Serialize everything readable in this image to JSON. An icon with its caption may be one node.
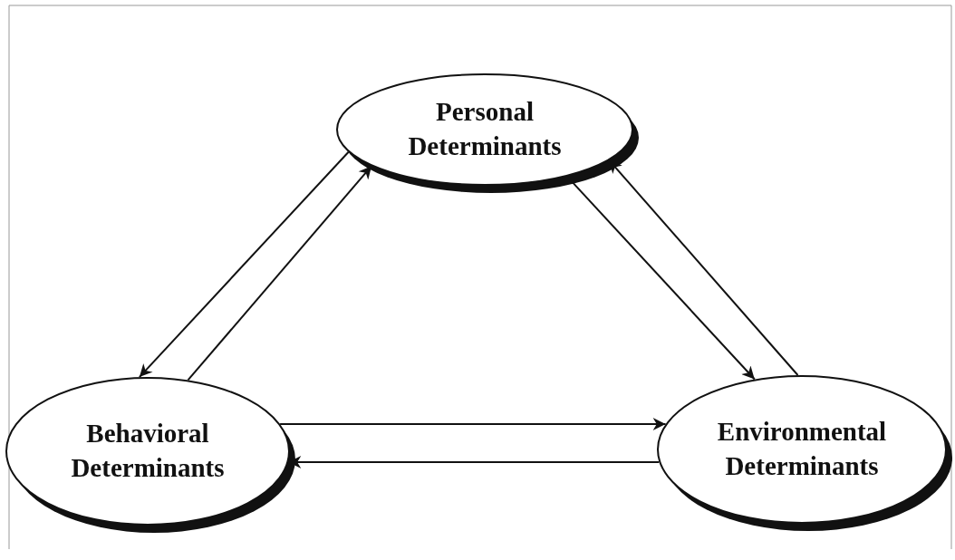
{
  "diagram": {
    "nodes": [
      {
        "text": [
          "Personal Determinants"
        ]
      },
      {
        "text": [
          "Behavioral Determinants"
        ]
      },
      {
        "text": [
          "Environmental Determinants"
        ]
      }
    ],
    "edges": [
      {
        "from": 0,
        "to": 1,
        "arrow": "to"
      },
      {
        "from": 1,
        "to": 0,
        "arrow": "to"
      },
      {
        "from": 0,
        "to": 2,
        "arrow": "to"
      },
      {
        "from": 2,
        "to": 0,
        "arrow": "to"
      },
      {
        "from": 1,
        "to": 2,
        "arrow": "to"
      },
      {
        "from": 2,
        "to": 1,
        "arrow": "to"
      }
    ]
  }
}
